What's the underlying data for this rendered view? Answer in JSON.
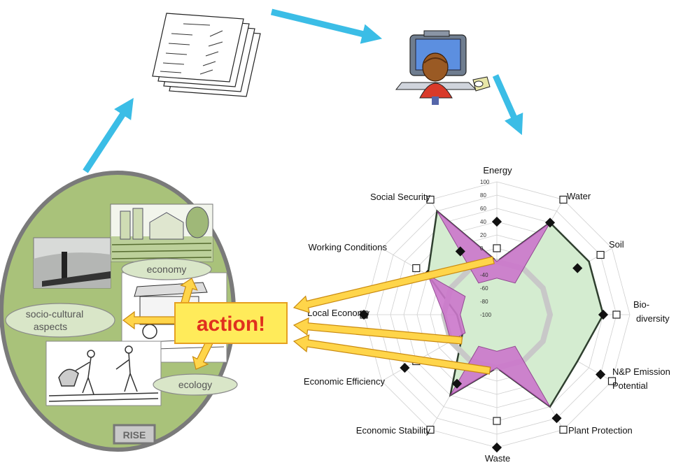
{
  "rise_circle": {
    "ovals": {
      "economy": "economy",
      "socio_cultural_line1": "socio-cultural",
      "socio_cultural_line2": "aspects",
      "ecology": "ecology"
    },
    "action": "action!",
    "rise": "RISE"
  },
  "colors": {
    "flow_arrow": "#3bbde6",
    "action_arrow": "#ffd54a",
    "green_circle": "#a9c27a",
    "green_area": "#d4ecd0",
    "pink_area": "#cc77cc",
    "grey_band": "#c8c8c8"
  },
  "chart_data": {
    "type": "radar",
    "indicators": [
      {
        "line1": "Energy",
        "line2": ""
      },
      {
        "line1": "Water",
        "line2": ""
      },
      {
        "line1": "Soil",
        "line2": ""
      },
      {
        "line1": "Bio-",
        "line2": "diversity"
      },
      {
        "line1": "N&P Emission",
        "line2": "Potential"
      },
      {
        "line1": "Plant Protection",
        "line2": ""
      },
      {
        "line1": "Waste",
        "line2": ""
      },
      {
        "line1": "Economic Stability",
        "line2": ""
      },
      {
        "line1": "Economic Efficiency",
        "line2": ""
      },
      {
        "line1": "Local Economy",
        "line2": ""
      },
      {
        "line1": "Working Conditions",
        "line2": ""
      },
      {
        "line1": "Social Security",
        "line2": ""
      }
    ],
    "ticks": [
      "100",
      "80",
      "60",
      "40",
      "20",
      "0",
      "-20",
      "-40",
      "-60",
      "-80",
      "-100"
    ],
    "rlim": [
      -100,
      100
    ],
    "series": [
      {
        "marker": "white-square",
        "values": [
          0,
          100,
          80,
          80,
          100,
          100,
          60,
          100,
          40,
          100,
          40,
          100
        ]
      },
      {
        "marker": "black-diamond",
        "values": [
          40,
          60,
          40,
          60,
          80,
          80,
          100,
          20,
          60,
          100,
          20,
          10
        ]
      },
      {
        "marker": "green-area",
        "values": [
          -20,
          60,
          60,
          60,
          40,
          60,
          -20,
          40,
          -40,
          -40,
          20,
          80
        ]
      },
      {
        "marker": "grey-band",
        "values": [
          -20,
          -20,
          -20,
          -20,
          -20,
          -20,
          -20,
          -20,
          -20,
          -20,
          -20,
          -20
        ]
      }
    ]
  }
}
